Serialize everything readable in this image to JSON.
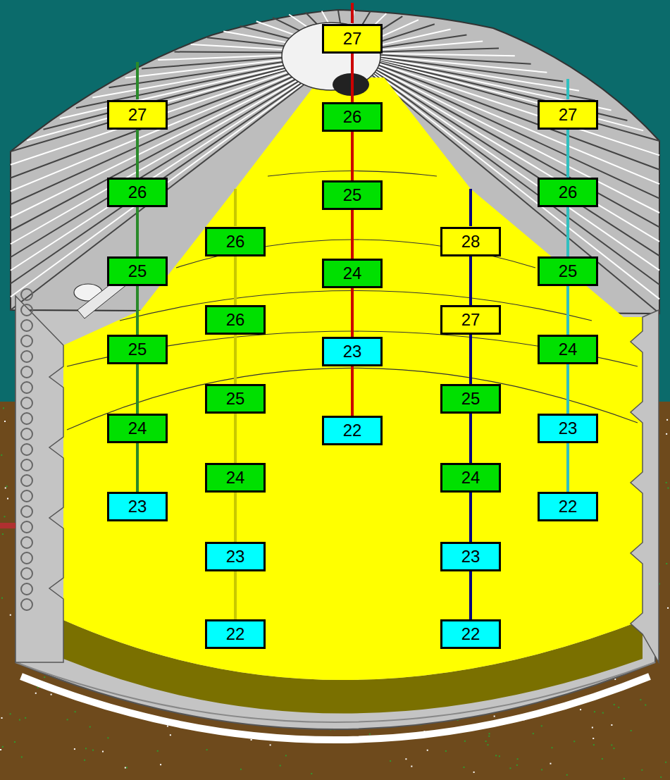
{
  "diagram": {
    "nodes": [
      {
        "text": [
          "27"
        ]
      },
      {
        "text": [
          "26"
        ]
      },
      {
        "text": [
          "25"
        ]
      },
      {
        "text": [
          "25"
        ]
      },
      {
        "text": [
          "24"
        ]
      },
      {
        "text": [
          "23"
        ]
      },
      {
        "text": [
          "26"
        ]
      },
      {
        "text": [
          "26"
        ]
      },
      {
        "text": [
          "25"
        ]
      },
      {
        "text": [
          "24"
        ]
      },
      {
        "text": [
          "23"
        ]
      },
      {
        "text": [
          "22"
        ]
      },
      {
        "text": [
          "27"
        ]
      },
      {
        "text": [
          "26"
        ]
      },
      {
        "text": [
          "25"
        ]
      },
      {
        "text": [
          "24"
        ]
      },
      {
        "text": [
          "23"
        ]
      },
      {
        "text": [
          "22"
        ]
      },
      {
        "text": [
          "28"
        ]
      },
      {
        "text": [
          "27"
        ]
      },
      {
        "text": [
          "25"
        ]
      },
      {
        "text": [
          "24"
        ]
      },
      {
        "text": [
          "23"
        ]
      },
      {
        "text": [
          "22"
        ]
      },
      {
        "text": [
          "27"
        ]
      },
      {
        "text": [
          "26"
        ]
      },
      {
        "text": [
          "25"
        ]
      },
      {
        "text": [
          "24"
        ]
      },
      {
        "text": [
          "23"
        ]
      },
      {
        "text": [
          "22"
        ]
      }
    ],
    "edges": [
      {
        "from": 0,
        "to": 1,
        "arrow": "none"
      },
      {
        "from": 1,
        "to": 2,
        "arrow": "none"
      },
      {
        "from": 2,
        "to": 3,
        "arrow": "none"
      },
      {
        "from": 3,
        "to": 4,
        "arrow": "none"
      },
      {
        "from": 4,
        "to": 5,
        "arrow": "none"
      },
      {
        "from": 6,
        "to": 7,
        "arrow": "none"
      },
      {
        "from": 7,
        "to": 8,
        "arrow": "none"
      },
      {
        "from": 8,
        "to": 9,
        "arrow": "none"
      },
      {
        "from": 9,
        "to": 10,
        "arrow": "none"
      },
      {
        "from": 10,
        "to": 11,
        "arrow": "none"
      },
      {
        "from": 12,
        "to": 13,
        "arrow": "none"
      },
      {
        "from": 13,
        "to": 14,
        "arrow": "none"
      },
      {
        "from": 14,
        "to": 15,
        "arrow": "none"
      },
      {
        "from": 15,
        "to": 16,
        "arrow": "none"
      },
      {
        "from": 16,
        "to": 17,
        "arrow": "none"
      },
      {
        "from": 18,
        "to": 19,
        "arrow": "none"
      },
      {
        "from": 19,
        "to": 20,
        "arrow": "none"
      },
      {
        "from": 20,
        "to": 21,
        "arrow": "none"
      },
      {
        "from": 21,
        "to": 22,
        "arrow": "none"
      },
      {
        "from": 22,
        "to": 23,
        "arrow": "none"
      },
      {
        "from": 24,
        "to": 25,
        "arrow": "none"
      },
      {
        "from": 25,
        "to": 26,
        "arrow": "none"
      },
      {
        "from": 26,
        "to": 27,
        "arrow": "none"
      },
      {
        "from": 27,
        "to": 28,
        "arrow": "none"
      },
      {
        "from": 28,
        "to": 29,
        "arrow": "none"
      }
    ]
  }
}
